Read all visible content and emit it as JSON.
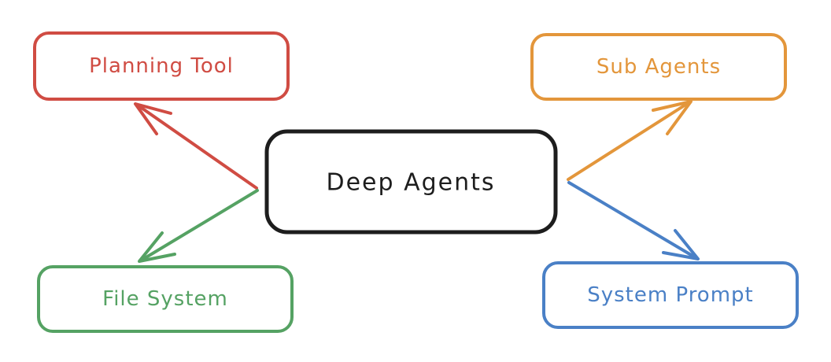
{
  "diagram": {
    "background_color": "#ffffff",
    "style": "hand-drawn-excalidraw",
    "center_node": {
      "id": "deep-agents",
      "label": "Deep Agents",
      "color": "#1d1d1d"
    },
    "nodes": [
      {
        "id": "planning-tool",
        "label": "Planning Tool",
        "color": "#d04c43",
        "position": "top-left"
      },
      {
        "id": "sub-agents",
        "label": "Sub Agents",
        "color": "#e3963b",
        "position": "top-right"
      },
      {
        "id": "file-system",
        "label": "File System",
        "color": "#55a263",
        "position": "bottom-left"
      },
      {
        "id": "system-prompt",
        "label": "System Prompt",
        "color": "#4a80c6",
        "position": "bottom-right"
      }
    ],
    "edges": [
      {
        "from": "deep-agents",
        "to": "planning-tool",
        "color": "#d04c43"
      },
      {
        "from": "deep-agents",
        "to": "file-system",
        "color": "#55a263"
      },
      {
        "from": "deep-agents",
        "to": "sub-agents",
        "color": "#e3963b"
      },
      {
        "from": "deep-agents",
        "to": "system-prompt",
        "color": "#4a80c6"
      }
    ]
  }
}
